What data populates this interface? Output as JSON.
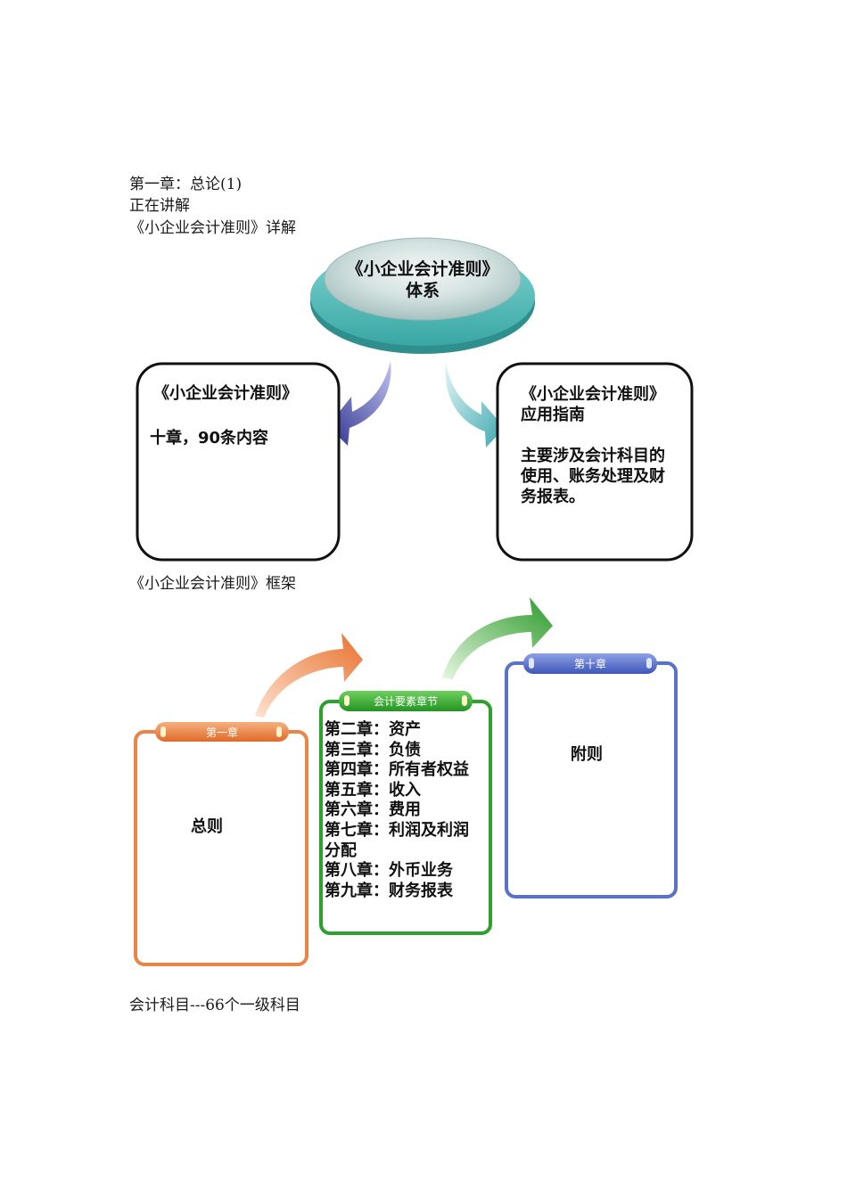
{
  "doc": {
    "line1": "第一章：总论(1)",
    "line2": "正在讲解",
    "line3": "《小企业会计准则》详解",
    "caption_framework": "《小企业会计准则》框架",
    "caption_accounts": "会计科目---66个一级科目"
  },
  "diagram1": {
    "center_line1": "《小企业会计准则》",
    "center_line2": "体系",
    "left_title": "《小企业会计准则》",
    "left_body": "十章，90条内容",
    "right_title": "《小企业会计准则》",
    "right_subtitle": "应用指南",
    "right_body_1": "主要涉及会计科目的",
    "right_body_2": "使用、账务处理及财",
    "right_body_3": "务报表。",
    "colors": {
      "disc": "#5fc7c4",
      "left_arrow": "#3b3f9a",
      "right_arrow": "#4fb6bc"
    }
  },
  "diagram2": {
    "box1_tab": "第一章",
    "box1_body": "总则",
    "box2_tab": "会计要素章节",
    "box2_items": [
      "第二章：资产",
      "第三章：负债",
      "第四章：所有者权益",
      "第五章：收入",
      "第六章：费用",
      "第七章：利润及利润",
      "分配",
      "第八章：外币业务",
      "第九章：财务报表"
    ],
    "box3_tab": "第十章",
    "box3_body": "附则",
    "colors": {
      "orange": "#e8864a",
      "green": "#2ea02e",
      "blue": "#5a72c8"
    }
  }
}
